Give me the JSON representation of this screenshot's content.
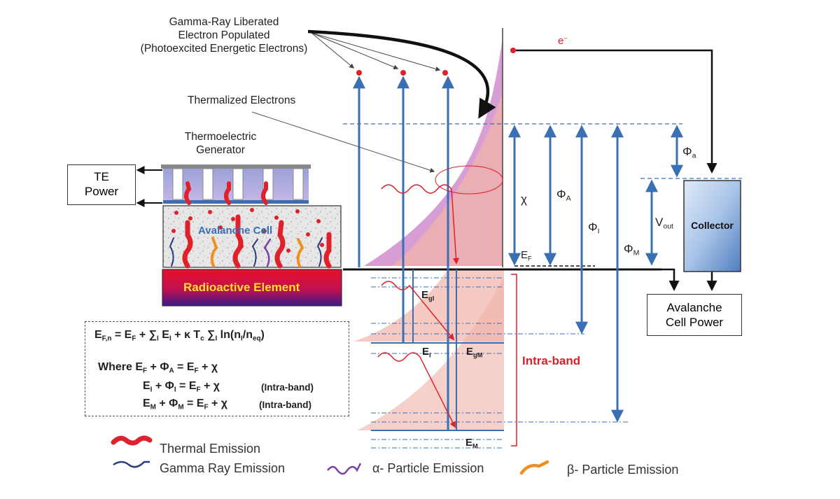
{
  "title_labels": {
    "gamma_line1": "Gamma-Ray Liberated",
    "gamma_line2": "Electron Populated",
    "gamma_line3": "(Photoexcited Energetic Electrons)",
    "thermalized": "Thermalized Electrons",
    "teg_line1": "Thermoelectric",
    "teg_line2": "Generator"
  },
  "boxes": {
    "te_power_line1": "TE",
    "te_power_line2": "Power",
    "avalanche_cell": "Avalanche Cell",
    "radioactive": "Radioactive Element",
    "collector": "Collector",
    "avalanche_power_line1": "Avalanche",
    "avalanche_power_line2": "Cell Power"
  },
  "energy_labels": {
    "electron": "e",
    "electron_sup": "−",
    "chi": "χ",
    "phi_A": "Φ",
    "phi_A_sub": "A",
    "phi_I": "Φ",
    "phi_I_sub": "I",
    "phi_M": "Φ",
    "phi_M_sub": "M",
    "phi_a": "Φ",
    "phi_a_sub": "a",
    "v_out": "V",
    "v_out_sub": "out",
    "e_f": "E",
    "e_f_sub": "F",
    "e_gI": "E",
    "e_gI_sub": "gI",
    "e_I": "E",
    "e_I_sub": "I",
    "e_gM": "E",
    "e_gM_sub": "gM",
    "e_M": "E",
    "e_M_sub": "M",
    "intra_band": "Intra-band"
  },
  "equations": {
    "eq1_a": "E",
    "eq1_a_sub": "F,n",
    "eq1_b": " = E",
    "eq1_b_sub": "F",
    "eq1_c": " + ∑",
    "eq1_c_sub": "I",
    "eq1_d": " E",
    "eq1_d_sub": "I",
    "eq1_e": " + κ T",
    "eq1_e_sub": "c",
    "eq1_f": " ∑",
    "eq1_f_sub": "I",
    "eq1_g": " ln(n",
    "eq1_g_sub": "I",
    "eq1_h": "/n",
    "eq1_h_sub": "eq",
    "eq1_i": ")",
    "eq2_a": "Where E",
    "eq2_a_sub": "F",
    "eq2_b": " + Φ",
    "eq2_b_sub": "A",
    "eq2_c": " = E",
    "eq2_c_sub": "F",
    "eq2_d": " + χ",
    "eq3_a": "E",
    "eq3_a_sub": "I",
    "eq3_b": " + Φ",
    "eq3_b_sub": "I",
    "eq3_c": " = E",
    "eq3_c_sub": "F",
    "eq3_d": " + χ",
    "eq3_note": "(Intra-band)",
    "eq4_a": "E",
    "eq4_a_sub": "M",
    "eq4_b": " + Φ",
    "eq4_b_sub": "M",
    "eq4_c": " = E",
    "eq4_c_sub": "F",
    "eq4_d": " + χ",
    "eq4_note": "(Intra-band)"
  },
  "legend": {
    "thermal": "Thermal Emission",
    "gamma": "Gamma Ray Emission",
    "alpha": "α- Particle Emission",
    "beta": "β- Particle Emission"
  },
  "colors": {
    "arrow_blue": "#3a6fb3",
    "thermal_red": "#e0202a",
    "gamma_navy": "#2b3a7a",
    "alpha_purple": "#7a3fa8",
    "beta_orange": "#f0901a",
    "intra_red": "#d8202a",
    "magenta_fill": "#c879c6",
    "salmon_fill": "#f0b3a8"
  }
}
